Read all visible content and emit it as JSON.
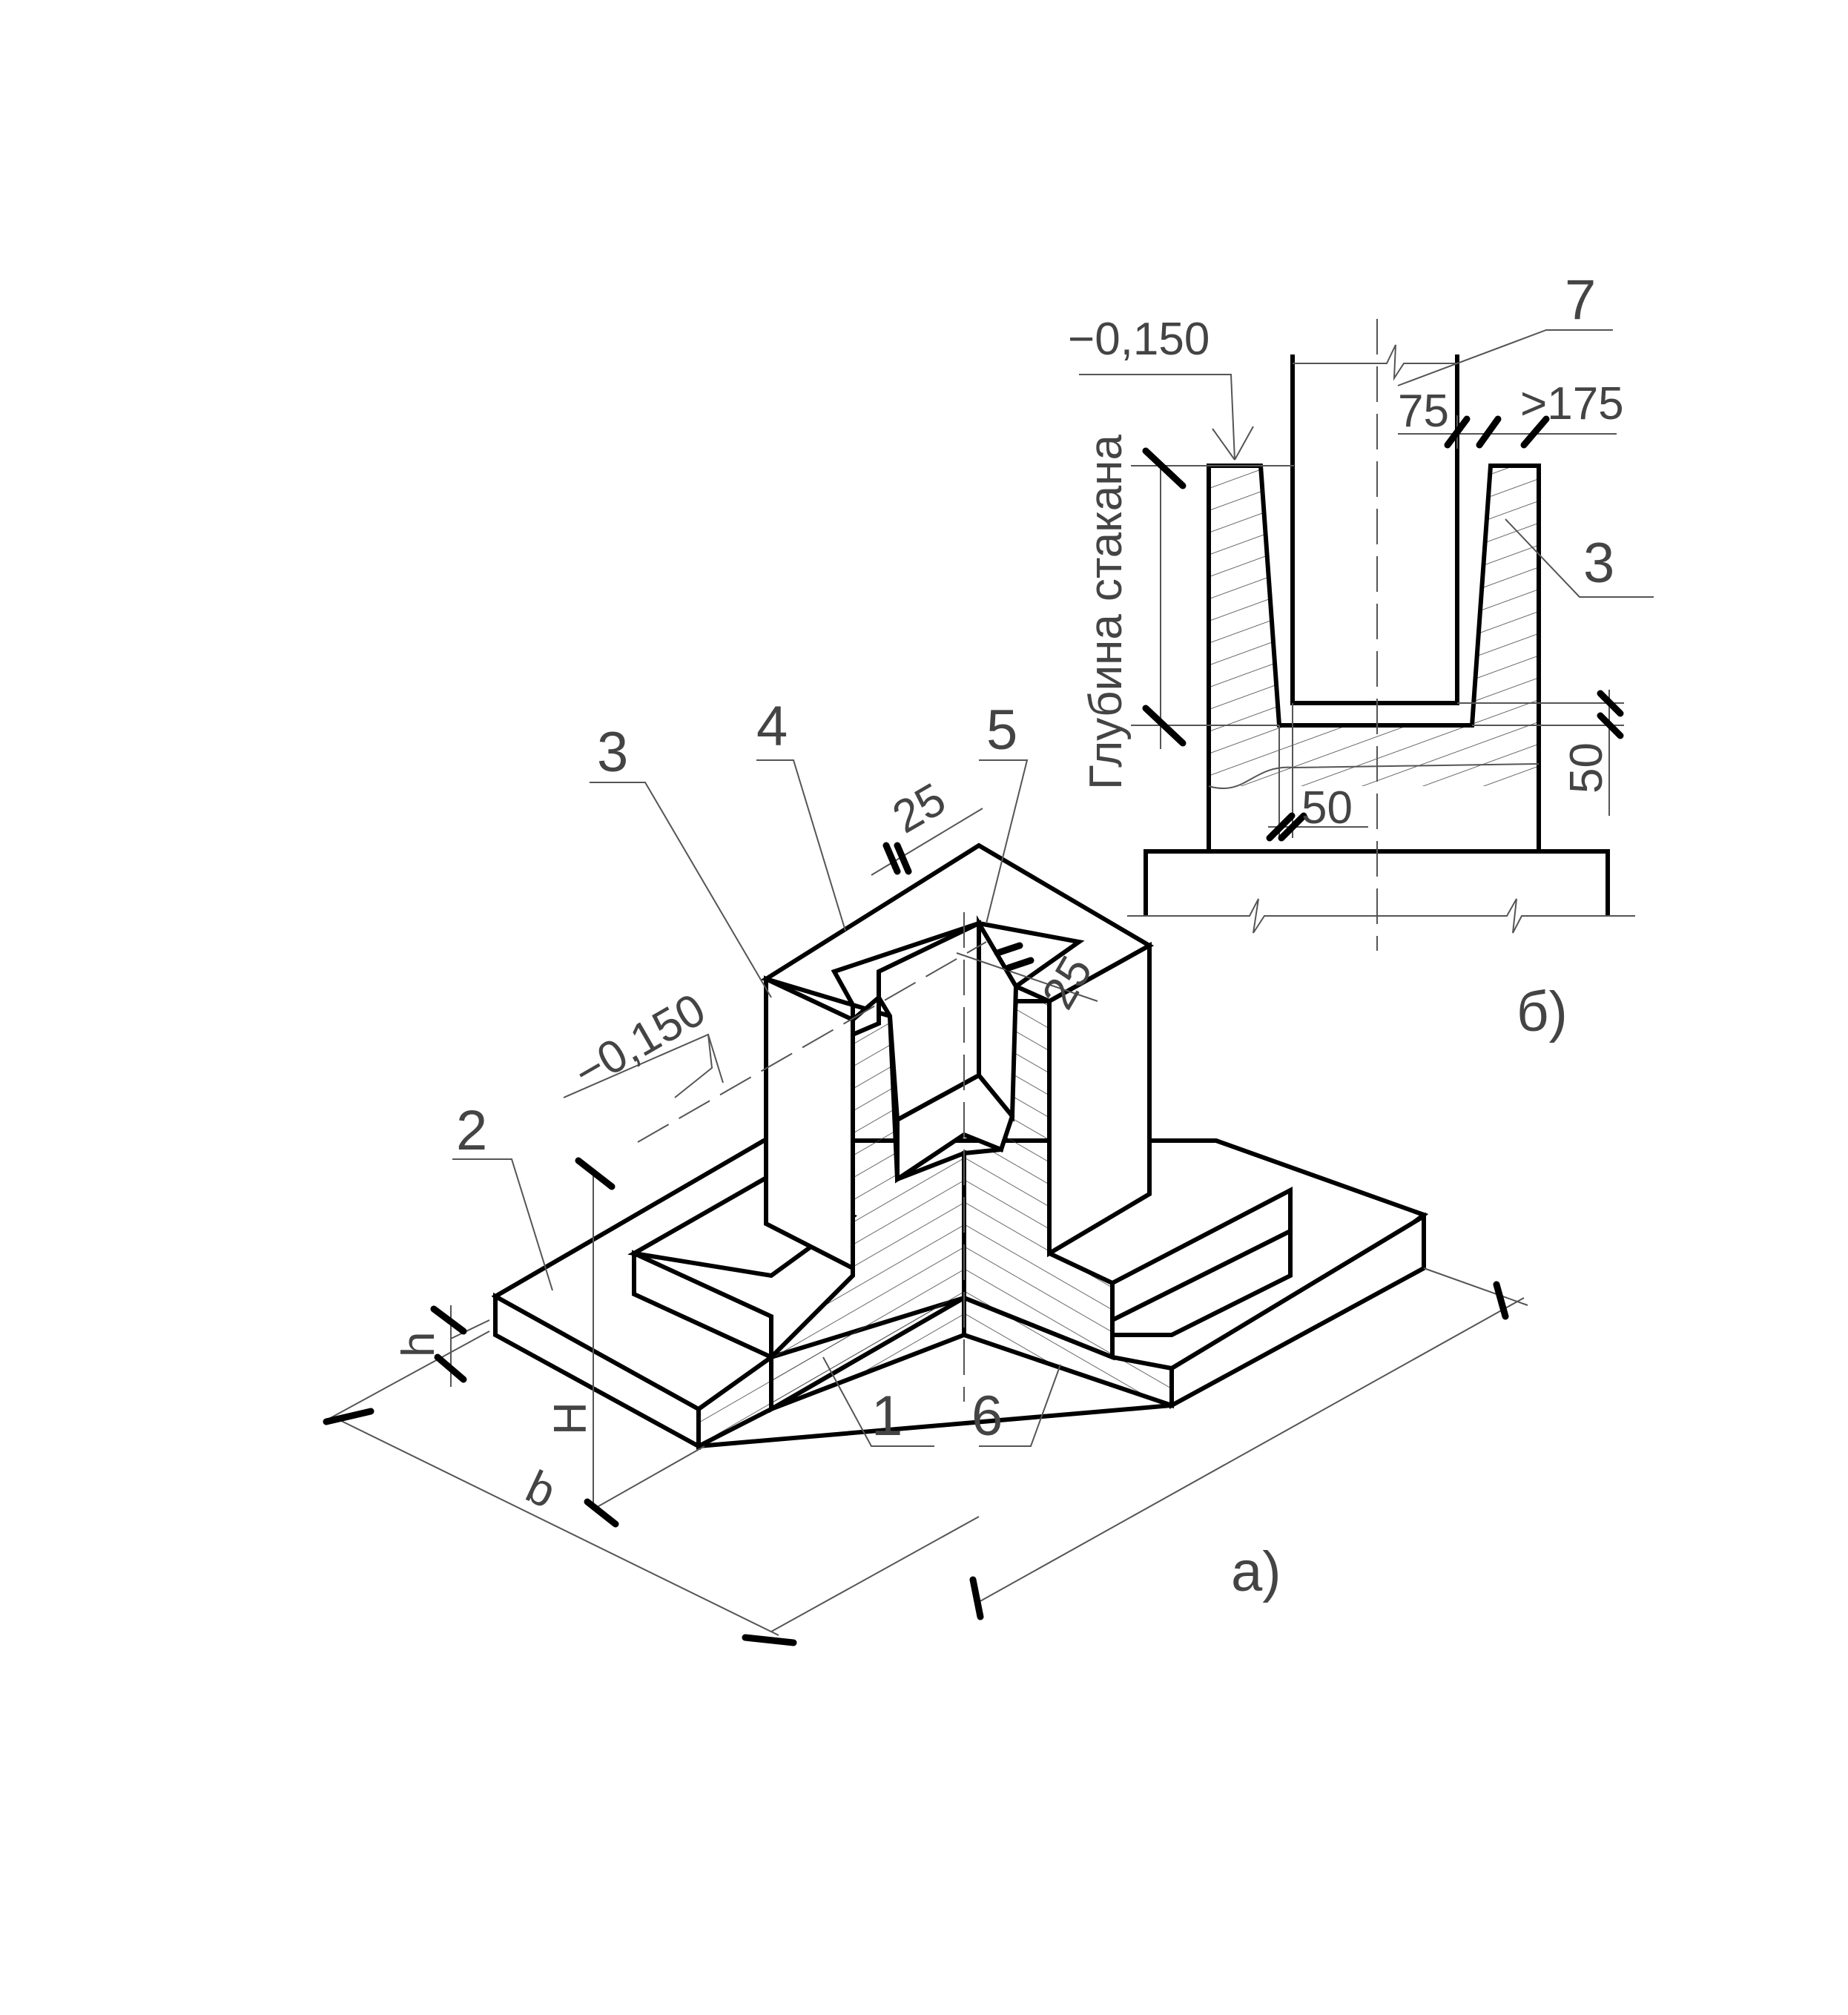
{
  "view_a": {
    "caption": "а)",
    "leaders": {
      "l1": "1",
      "l2": "2",
      "l3": "3",
      "l4": "4",
      "l5": "5",
      "l6": "6"
    },
    "dims": {
      "level": "−0,150",
      "gap_top": "25",
      "gap_side": "25",
      "h": "h",
      "H": "H",
      "b": "b"
    }
  },
  "view_b": {
    "caption": "б)",
    "leaders": {
      "l3": "3",
      "l7": "7"
    },
    "dims": {
      "level": "−0,150",
      "d75": "75",
      "d175": ">175",
      "d50_h": "50",
      "d50_v": "50",
      "depth": "Глубина стакана"
    }
  }
}
